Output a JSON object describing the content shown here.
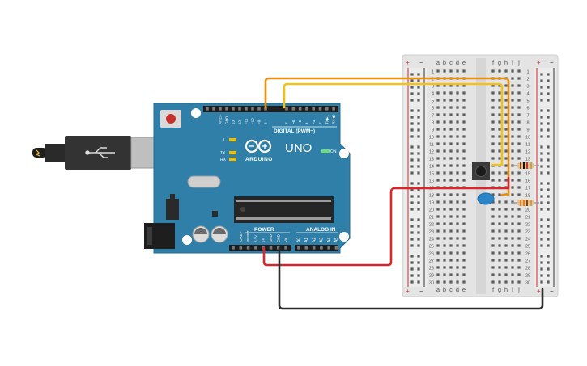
{
  "arduino": {
    "brand": "ARDUINO",
    "model": "UNO",
    "digital_label": "DIGITAL (PWM~)",
    "power_label": "POWER",
    "analog_label": "ANALOG IN",
    "on_label": "ON",
    "led_l_label": "L",
    "led_tx_label": "TX",
    "led_rx_label": "RX",
    "digital_pins": [
      "AREF",
      "GND",
      "13",
      "12",
      "~11",
      "~10",
      "~9",
      "8",
      "7",
      "~6",
      "~5",
      "4",
      "~3",
      "2",
      "TX▶1",
      "RX◀0"
    ],
    "power_pins": [
      "IOREF",
      "RESET",
      "3.3V",
      "5V",
      "GND",
      "GND",
      "Vin"
    ],
    "analog_pins": [
      "A0",
      "A1",
      "A2",
      "A3",
      "A4",
      "A5"
    ]
  },
  "breadboard": {
    "rail_plus": "+",
    "rail_minus": "−",
    "cols_left": [
      "a",
      "b",
      "c",
      "d",
      "e"
    ],
    "cols_right": [
      "f",
      "g",
      "h",
      "i",
      "j"
    ],
    "rows": [
      "1",
      "2",
      "3",
      "4",
      "5",
      "6",
      "7",
      "8",
      "9",
      "10",
      "11",
      "12",
      "13",
      "14",
      "15",
      "16",
      "17",
      "18",
      "19",
      "20",
      "21",
      "22",
      "23",
      "24",
      "25",
      "26",
      "27",
      "28",
      "29",
      "30"
    ]
  },
  "components": {
    "pushbutton": "pushbutton",
    "led": "blue-led",
    "resistor_1": "resistor",
    "resistor_2": "resistor"
  },
  "colors": {
    "board": "#2f7fa8",
    "wire_orange": "#e8900f",
    "wire_yellow": "#f2c21a",
    "wire_red": "#d8262a",
    "wire_black": "#2b2b2b",
    "led_blue": "#2a86c9"
  }
}
